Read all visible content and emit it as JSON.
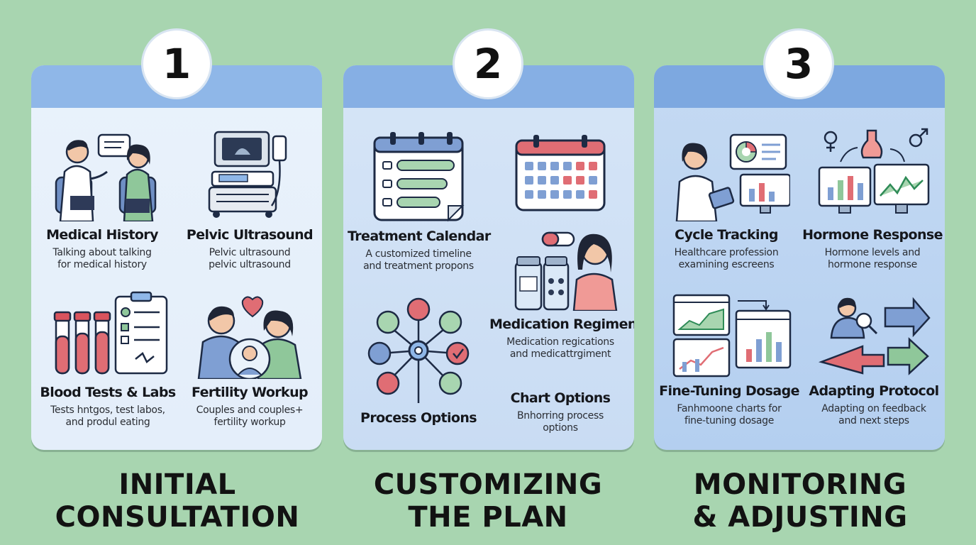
{
  "steps": [
    {
      "number": "1",
      "title": "INITIAL\nCONSULTATION",
      "items": [
        {
          "title": "Medical History",
          "desc": "Talking about talking\nfor medical history",
          "icon": "doctor-patient-icon"
        },
        {
          "title": "Pelvic Ultrasound",
          "desc": "Pelvic ultrasound\npelvic ultrasound",
          "icon": "ultrasound-machine-icon"
        },
        {
          "title": "Blood Tests & Labs",
          "desc": "Tests hntgos, test labos,\nand produl eating",
          "icon": "blood-test-icon"
        },
        {
          "title": "Fertility Workup",
          "desc": "Couples and couples+\nfertility workup",
          "icon": "couple-family-icon"
        }
      ]
    },
    {
      "number": "2",
      "title": "CUSTOMIZING\nTHE PLAN",
      "items": [
        {
          "title": "Treatment Calendar",
          "desc": "A customized timeline\nand treatment propons",
          "icon": "timeline-calendar-icon"
        },
        {
          "title": "",
          "desc": "",
          "icon": "calendar-icon"
        },
        {
          "title": "Medication Regimen",
          "desc": "Medication regications\nand medicattrgiment",
          "icon": "medication-icon"
        },
        {
          "title": "Process Options",
          "desc": "",
          "icon": "process-options-icon"
        },
        {
          "title": "Chart Options",
          "desc": "Bnhorring process\noptions",
          "icon": ""
        }
      ]
    },
    {
      "number": "3",
      "title": "MONITORING\n& ADJUSTING",
      "items": [
        {
          "title": "Cycle Tracking",
          "desc": "Healthcare profession\nexamining escreens",
          "icon": "healthcare-monitor-icon"
        },
        {
          "title": "Hormone Response",
          "desc": "Hormone levels and\nhormone response",
          "icon": "hormone-chart-icon"
        },
        {
          "title": "Fine-Tuning Dosage",
          "desc": "Fanhmoone charts for\nfine-tuning dosage",
          "icon": "dosage-charts-icon"
        },
        {
          "title": "Adapting Protocol",
          "desc": "Adapting on feedback\nand next steps",
          "icon": "adapt-arrows-icon"
        }
      ]
    }
  ]
}
